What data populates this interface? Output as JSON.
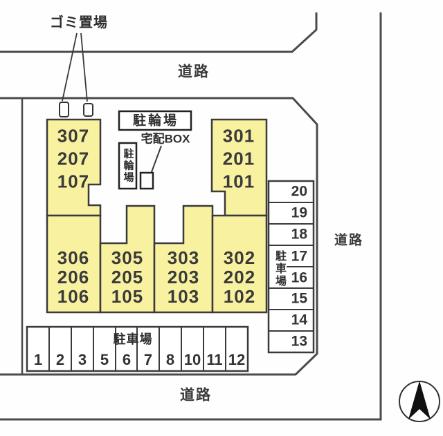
{
  "title": "apartment-site-plan",
  "colors": {
    "block_fill": "#F8F1A0",
    "block_border": "#3a3a3a",
    "road_line": "#4a4a4a",
    "text": "#2f2f2f"
  },
  "labels": {
    "garbage_area": "ゴミ置場",
    "road_top": "道路",
    "road_right": "道路",
    "road_bottom": "道路",
    "bicycle_parking_box": "駐輪場",
    "bicycle_parking_vertical": "駐輪場",
    "delivery_box": "宅配BOX",
    "parking_bottom": "駐車場",
    "parking_right": "駐車場"
  },
  "building": {
    "blocks": [
      {
        "name": "block-307",
        "units": [
          "307",
          "207",
          "107"
        ]
      },
      {
        "name": "block-301",
        "units": [
          "301",
          "201",
          "101"
        ]
      },
      {
        "name": "block-306",
        "units": [
          "306",
          "206",
          "106"
        ]
      },
      {
        "name": "block-305",
        "units": [
          "305",
          "205",
          "105"
        ]
      },
      {
        "name": "block-303",
        "units": [
          "303",
          "203",
          "103"
        ]
      },
      {
        "name": "block-302",
        "units": [
          "302",
          "202",
          "102"
        ]
      }
    ]
  },
  "parking": {
    "bottom_row": {
      "label": "駐車場",
      "stalls": [
        "1",
        "2",
        "3",
        "5",
        "6",
        "7",
        "8",
        "10",
        "11",
        "12"
      ]
    },
    "right_column": {
      "label": "駐車場",
      "stalls": [
        "20",
        "19",
        "18",
        "17",
        "16",
        "15",
        "14",
        "13"
      ]
    }
  },
  "compass": {
    "icon": "north-arrow"
  }
}
